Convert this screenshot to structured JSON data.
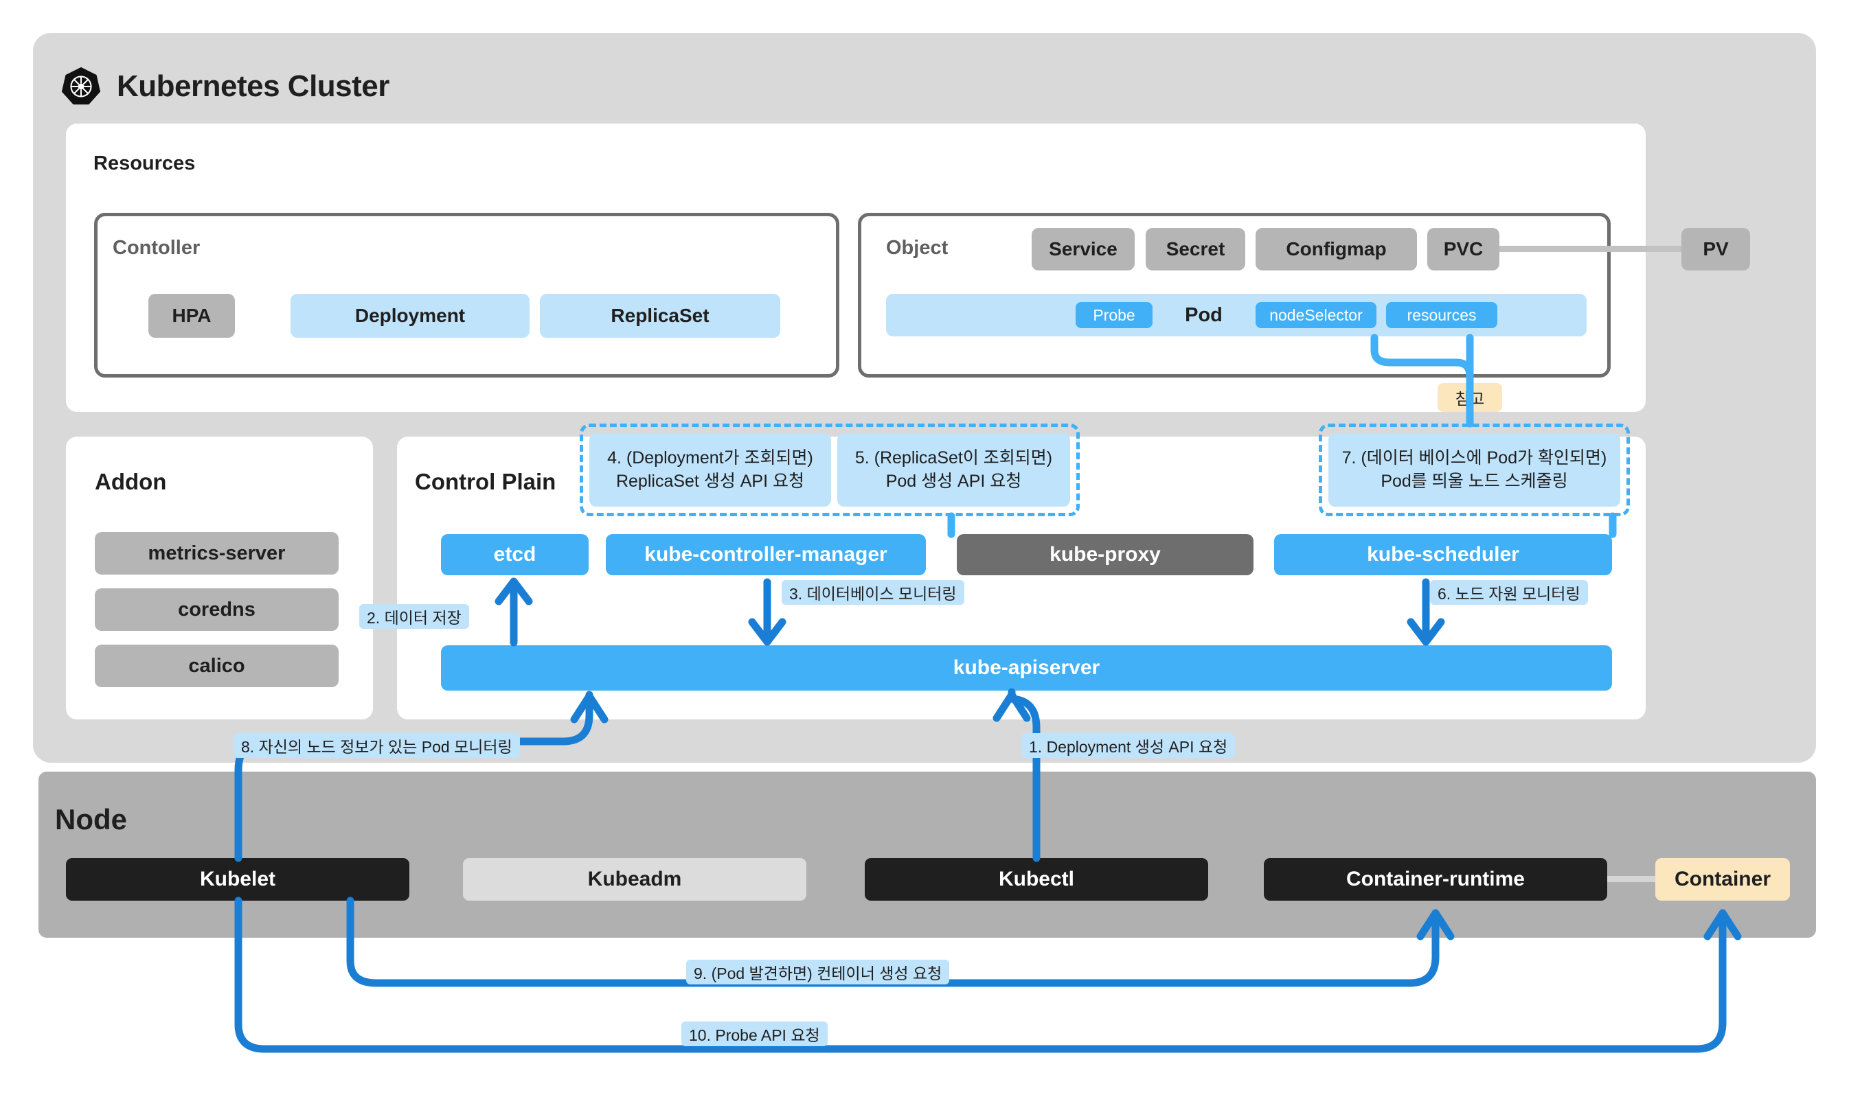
{
  "cluster": {
    "title": "Kubernetes Cluster",
    "logo_icon": "kubernetes-wheel-icon"
  },
  "resources": {
    "title": "Resources",
    "controller": {
      "title": "Contoller",
      "chips": [
        {
          "label": "HPA",
          "color": "#b5b5b5"
        },
        {
          "label": "Deployment",
          "color": "#bfe3fb"
        },
        {
          "label": "ReplicaSet",
          "color": "#bfe3fb"
        }
      ]
    },
    "object": {
      "title": "Object",
      "chips": [
        {
          "label": "Service",
          "color": "#b5b5b5"
        },
        {
          "label": "Secret",
          "color": "#b5b5b5"
        },
        {
          "label": "Configmap",
          "color": "#b5b5b5"
        },
        {
          "label": "PVC",
          "color": "#b5b5b5"
        }
      ],
      "pod": {
        "label": "Pod",
        "sub_chips": [
          {
            "label": "Probe"
          },
          {
            "label": "nodeSelector"
          },
          {
            "label": "resources"
          }
        ]
      }
    },
    "pv": {
      "label": "PV",
      "color": "#b5b5b5"
    },
    "note_badge": {
      "label": "참고",
      "color": "#fbe6bd"
    }
  },
  "addon": {
    "title": "Addon",
    "items": [
      {
        "label": "metrics-server"
      },
      {
        "label": "coredns"
      },
      {
        "label": "calico"
      }
    ]
  },
  "control_plane": {
    "title": "Control Plain",
    "components": [
      {
        "label": "etcd",
        "color": "#41b0f7"
      },
      {
        "label": "kube-controller-manager",
        "color": "#41b0f7"
      },
      {
        "label": "kube-proxy",
        "color": "#6e6e6e"
      },
      {
        "label": "kube-scheduler",
        "color": "#41b0f7"
      }
    ],
    "apiserver": {
      "label": "kube-apiserver",
      "color": "#41b0f7"
    }
  },
  "callouts": [
    {
      "id": "4",
      "line1": "4. (Deployment가 조회되면)",
      "line2": "ReplicaSet 생성 API 요청"
    },
    {
      "id": "5",
      "line1": "5. (ReplicaSet이 조회되면)",
      "line2": "Pod 생성 API 요청"
    },
    {
      "id": "7",
      "line1": "7. (데이터 베이스에 Pod가 확인되면)",
      "line2": "Pod를 띄울 노드 스케줄링"
    }
  ],
  "steps": {
    "s1": "1. Deployment 생성 API 요청",
    "s2": "2. 데이터 저장",
    "s3": "3. 데이터베이스 모니터링",
    "s6": "6. 노드 자원 모니터링",
    "s8": "8. 자신의 노드 정보가 있는 Pod 모니터링",
    "s9": "9. (Pod 발견하면) 컨테이너 생성 요청",
    "s10": "10. Probe API 요청"
  },
  "node": {
    "title": "Node",
    "components": [
      {
        "label": "Kubelet",
        "color": "#1f1f1f"
      },
      {
        "label": "Kubeadm",
        "color": "#dcdcdc"
      },
      {
        "label": "Kubectl",
        "color": "#1f1f1f"
      },
      {
        "label": "Container-runtime",
        "color": "#1f1f1f"
      }
    ],
    "container": {
      "label": "Container",
      "color": "#fbe6bd"
    }
  },
  "colors": {
    "accent_blue": "#41b0f7",
    "arrow_blue": "#1a7fd4",
    "light_blue": "#bfe3fb",
    "grey_chip": "#b5b5b5",
    "dark_chip": "#1f1f1f",
    "cream": "#fbe6bd",
    "panel_grey": "#d9d9d9",
    "node_grey": "#b0b0b0"
  }
}
